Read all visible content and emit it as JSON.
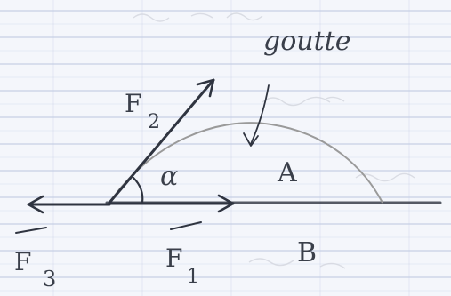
{
  "labels": {
    "drop": "goutte",
    "force_1": "F",
    "force_1_sub": "1",
    "force_2": "F",
    "force_2_sub": "2",
    "force_3": "F",
    "force_3_sub": "3",
    "angle": "α",
    "medium_a": "A",
    "medium_b": "B"
  },
  "colors": {
    "paper": "#f4f6fb",
    "grid_lines": "#a9b6d6",
    "margin_line": "#d9a0a0",
    "pencil": "#2f3440",
    "drop_curve": "#9a9a9a",
    "faint_text": "#c9cbd3"
  }
}
